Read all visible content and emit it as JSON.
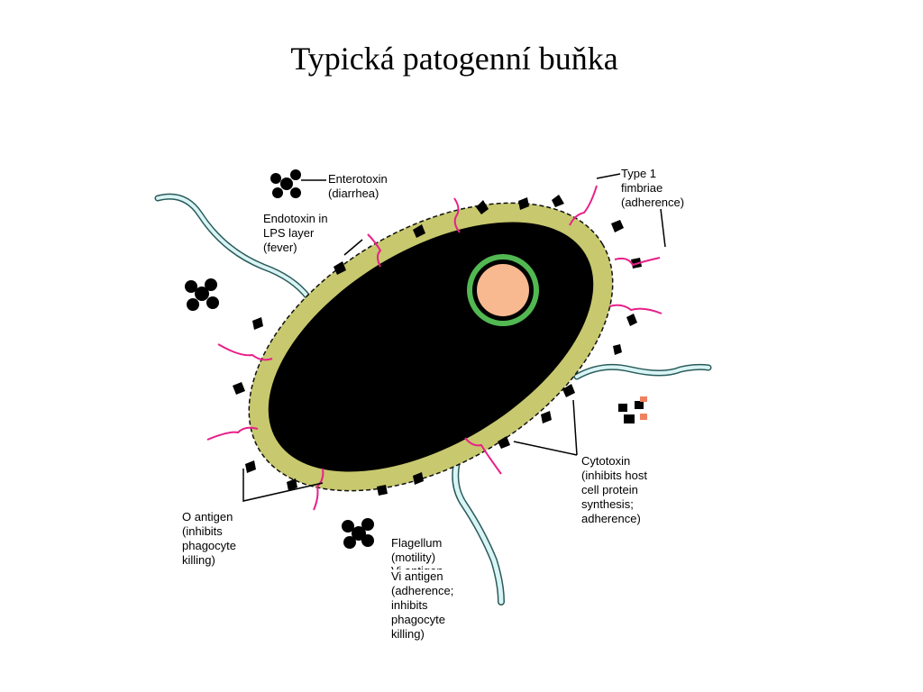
{
  "slide": {
    "title": "Typická patogenní buňka"
  },
  "labels": {
    "enterotoxin": [
      "Enterotoxin",
      "(diarrhea)"
    ],
    "fimbriae": [
      "Type 1",
      "fimbriae",
      "(adherence)"
    ],
    "endotoxin": [
      "Endotoxin in",
      "LPS layer",
      "(fever)"
    ],
    "cytotoxin": [
      "Cytotoxin",
      "(inhibits host",
      "cell protein",
      "synthesis;",
      "adherence)"
    ],
    "o_antigen": [
      "O antigen",
      "(inhibits",
      "phagocyte",
      "killing)"
    ],
    "flagellum": [
      "Flagellum",
      "(motility)",
      "Vi antigen"
    ],
    "vi_antigen": [
      "Vi antigen",
      "(adherence;",
      "inhibits",
      "phagocyte",
      "killing)"
    ]
  },
  "colors": {
    "cell_body": "#000000",
    "capsule": "#c8c86e",
    "fimbriae": "#e8208a",
    "flagella_fill": "#d8f4f4",
    "flagella_outline": "#2a5a5a",
    "nucleus_ring": "#52b852",
    "nucleus": "#f8b890",
    "toxin_accent": "#f08060"
  }
}
